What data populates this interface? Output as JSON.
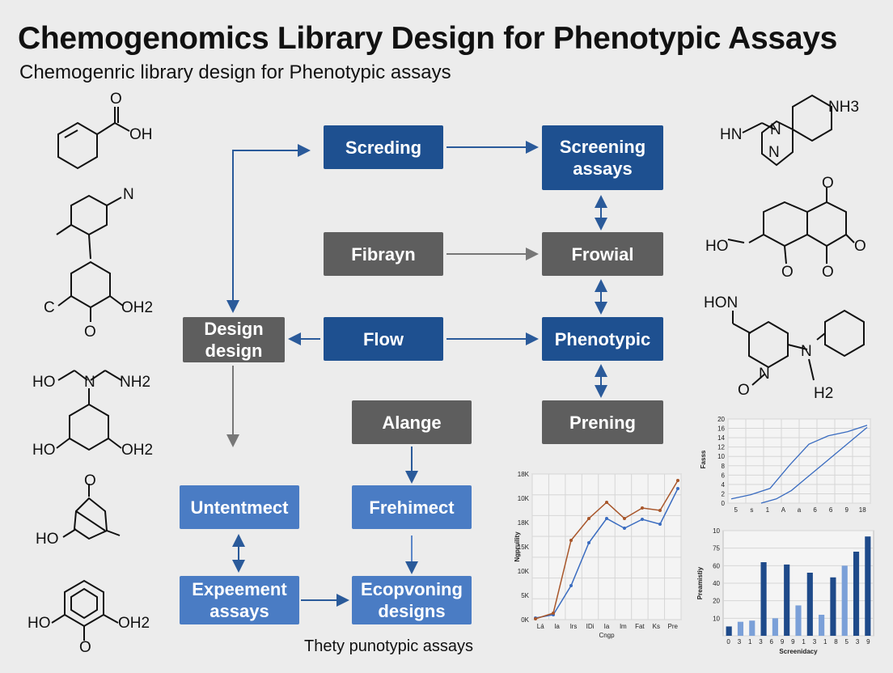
{
  "header": {
    "title": "Chemogenomics Library Design for Phenotypic Assays",
    "subtitle": "Chemogenric library design for Phenotypic assays"
  },
  "caption": "Thety punotypic assays",
  "flow": {
    "boxes": {
      "screding": "Screding",
      "screening_assays_1": "Screening",
      "screening_assays_2": "assays",
      "fibrayn": "Fibrayn",
      "frowial": "Frowial",
      "design_design_1": "Design",
      "design_design_2": "design",
      "flow": "Flow",
      "phenotypic": "Phenotypic",
      "alange": "Alange",
      "prening": "Prening",
      "untentmect": "Untentmect",
      "frehimect": "Frehimect",
      "expeement_1": "Expeement",
      "expeement_2": "assays",
      "ecopvoning_1": "Ecopvoning",
      "ecopvoning_2": "designs"
    },
    "colors": {
      "dark_blue": "#1e5090",
      "grey": "#5e5e5e",
      "light_blue": "#4a7cc4",
      "arrow": "#2a5a9a"
    }
  },
  "molecules": {
    "m1": {
      "o": "O",
      "oh": "OH"
    },
    "m2": {
      "n": "N",
      "c": "C",
      "oh2": "OH2",
      "o": "O"
    },
    "m3": {
      "ho": "HO",
      "n": "N",
      "nh2": "NH2",
      "ho2": "HO",
      "oh2": "OH2"
    },
    "m4": {
      "o": "O",
      "ho": "HO"
    },
    "m5": {
      "ho": "HO",
      "oh2": "OH2",
      "o": "O"
    },
    "r1": {
      "nh3": "NH3",
      "hn": "HN",
      "n1": "N",
      "n2": "N"
    },
    "r2": {
      "o1": "O",
      "ho": "HO",
      "o2": "O",
      "o3": "O",
      "o4": "O"
    },
    "r3": {
      "hon": "HON",
      "n1": "N",
      "n2": "N",
      "o": "O",
      "h2": "H2"
    }
  },
  "chart_data": [
    {
      "type": "line",
      "xlabel": "Cngp",
      "ylabel": "Ngpruility",
      "yticks": [
        "0K",
        "5K",
        "10K",
        "15K",
        "18K",
        "10K",
        "18K"
      ],
      "xticks": [
        "Lá",
        "la",
        "lrs",
        "IDi",
        "Ia",
        "lm",
        "Fat",
        "Ks",
        "Pre"
      ],
      "series": [
        {
          "color": "#3a6cc0",
          "values": [
            0.2,
            0.6,
            4.2,
            9.5,
            12.5,
            11.3,
            12.4,
            11.8,
            16.2
          ]
        },
        {
          "color": "#a8562a",
          "values": [
            0.1,
            0.8,
            9.8,
            12.5,
            14.5,
            12.5,
            13.8,
            13.5,
            17.2
          ]
        }
      ]
    },
    {
      "type": "line",
      "ylabel": "Fasss",
      "yticks": [
        "0",
        "2",
        "4",
        "6",
        "8",
        "10",
        "12",
        "14",
        "16",
        "20"
      ],
      "xticks": [
        "5",
        "s",
        "1",
        "A",
        "a",
        "6",
        "6",
        "9",
        "18"
      ],
      "series": [
        {
          "color": "#3a6cc0",
          "values": [
            1,
            2,
            3.5,
            9,
            14,
            16,
            17,
            18.5
          ]
        },
        {
          "color": "#3a6cc0",
          "values": [
            0,
            1,
            3,
            6,
            9,
            12,
            15,
            18
          ]
        }
      ]
    },
    {
      "type": "bar",
      "xlabel": "Screenidacy",
      "ylabel": "Preamistiy",
      "yticks": [
        "10",
        "20",
        "40",
        "60",
        "75",
        "10"
      ],
      "xticks": [
        "0",
        "3",
        "1",
        "3",
        "6",
        "9",
        "9",
        "1",
        "3",
        "1",
        "8",
        "5",
        "3",
        "9"
      ],
      "values": [
        8,
        12,
        13,
        63,
        15,
        61,
        26,
        54,
        18,
        50,
        60,
        72,
        85
      ],
      "colors": [
        "#1e4a8a",
        "#7ba0d8",
        "#7ba0d8",
        "#1e4a8a",
        "#7ba0d8",
        "#1e4a8a",
        "#7ba0d8",
        "#1e4a8a",
        "#7ba0d8",
        "#1e4a8a",
        "#7ba0d8",
        "#1e4a8a",
        "#1e4a8a"
      ]
    }
  ]
}
